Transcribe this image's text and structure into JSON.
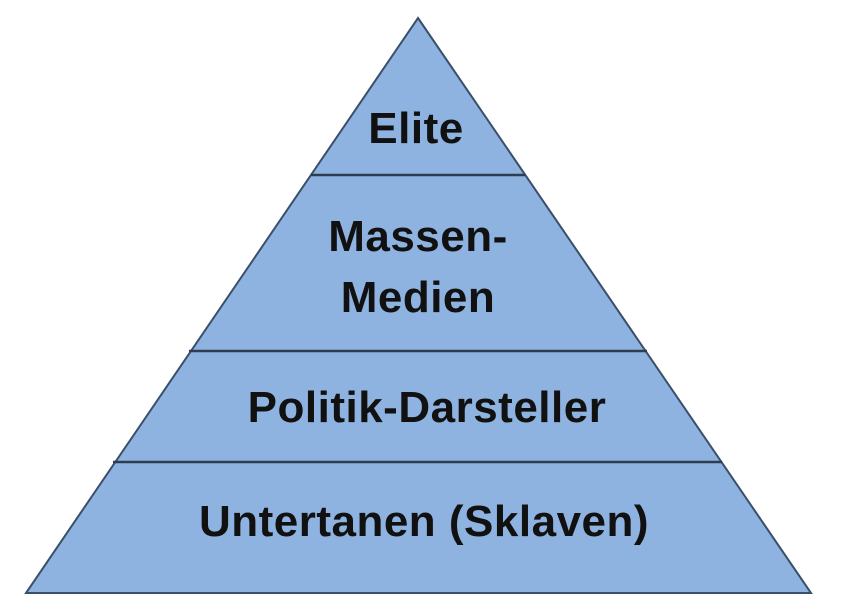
{
  "pyramid": {
    "fill_color": "#8eb3e0",
    "edge_color": "#3a4f6a",
    "divider_color": "#2f3d52",
    "tiers": [
      {
        "lines": [
          "Elite"
        ]
      },
      {
        "lines": [
          "Massen-",
          "Medien"
        ]
      },
      {
        "lines": [
          "Politik-Darsteller"
        ]
      },
      {
        "lines": [
          "Untertanen (Sklaven)"
        ]
      }
    ]
  }
}
